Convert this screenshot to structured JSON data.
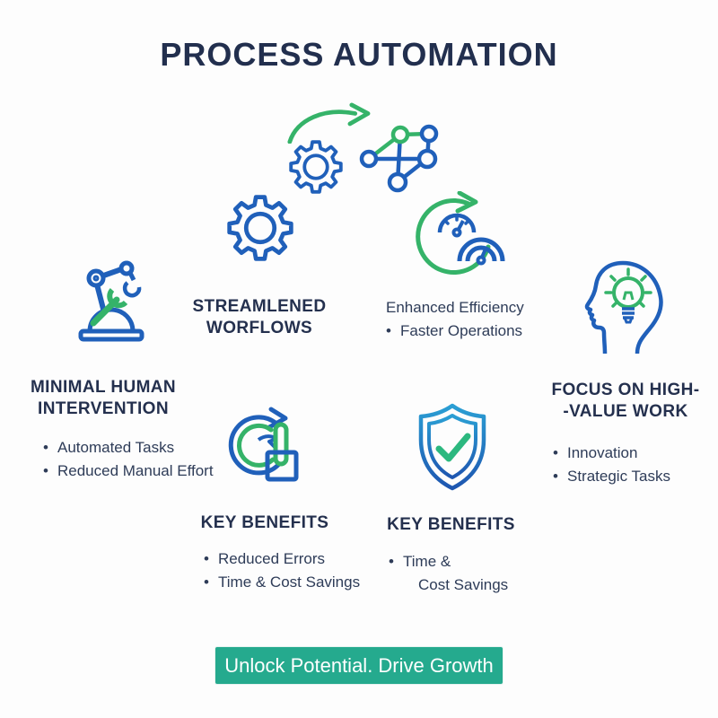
{
  "title": "PROCESS AUTOMATION",
  "bullet_char": "•",
  "palette": {
    "navy_text": "#24304e",
    "body_text": "#2e3c58",
    "icon_blue": "#2060ba",
    "icon_green": "#35b369",
    "cta_teal": "#25aa8e",
    "cta_text": "#ffffff",
    "background": "#fdfdfd"
  },
  "icons": {
    "top_cluster": [
      "gear-icon",
      "gear-icon",
      "curved-arrow-icon",
      "network-nodes-icon",
      "speedometer-cycle-icon"
    ],
    "left": "robot-arm-icon",
    "right": "head-lightbulb-icon",
    "center_left": "cycle-lever-icon",
    "center_right": "shield-check-icon"
  },
  "sections": {
    "streamlined": {
      "line1": "STREAMLENED",
      "line2": "WORFLOWS"
    },
    "efficiency": {
      "heading": "Enhanced Efficiency",
      "bullet": "Faster Operations"
    },
    "minimal": {
      "line1": "MINIMAL HUMAN",
      "line2": "INTERVENTION",
      "bullets": [
        "Automated Tasks",
        "Reduced Manual Effort"
      ]
    },
    "focus": {
      "line1": "FOCUS ON HIGH-",
      "line2": "-VALUE WORK",
      "bullets": [
        "Innovation",
        "Strategic Tasks"
      ]
    },
    "benefits_left": {
      "heading": "KEY BENEFITS",
      "bullets": [
        "Reduced Errors",
        "Time & Cost Savings"
      ]
    },
    "benefits_right": {
      "heading": "KEY BENEFITS",
      "line1": "Time &",
      "line2": "Cost Savings"
    }
  },
  "cta": {
    "label": "Unlock Potential. Drive Growth"
  }
}
